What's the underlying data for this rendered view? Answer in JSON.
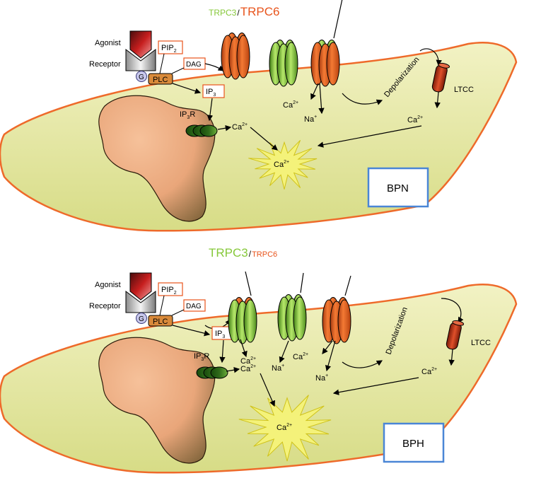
{
  "colors": {
    "trpc3": "#86c83a",
    "trpc6": "#e8541c",
    "cell_fill": "#e6e6a6",
    "membrane": "#ee6a2a",
    "condition_box_border": "#4a86d6",
    "star_fill": "#f4f27a"
  },
  "panels": [
    {
      "condition": "BPN",
      "title_trpc3": "TRPC3",
      "title_sep": "/",
      "title_trpc6": "TRPC6",
      "labels": {
        "agonist": "Agonist",
        "receptor": "Receptor",
        "g": "G",
        "plc": "PLC",
        "pip": "PIP",
        "pip_sub": "2",
        "dag": "DAG",
        "ip": "IP",
        "ip_sub": "3",
        "ip3r_pre": "IP",
        "ip3r_sub": "3",
        "ip3r_post": "R",
        "ca": "Ca",
        "ca_sup": "2+",
        "na": "Na",
        "na_sup": "+",
        "depolarization": "Depolarization",
        "ltcc": "LTCC"
      }
    },
    {
      "condition": "BPH",
      "title_trpc3": "TRPC3",
      "title_sep": "/",
      "title_trpc6": "TRPC6",
      "labels": {
        "agonist": "Agonist",
        "receptor": "Receptor",
        "g": "G",
        "plc": "PLC",
        "pip": "PIP",
        "pip_sub": "2",
        "dag": "DAG",
        "ip": "IP",
        "ip_sub": "3",
        "ip3r_pre": "IP",
        "ip3r_sub": "3",
        "ip3r_post": "R",
        "ca": "Ca",
        "ca_sup": "2+",
        "na": "Na",
        "na_sup": "+",
        "depolarization": "Depolarization",
        "ltcc": "LTCC"
      }
    }
  ]
}
